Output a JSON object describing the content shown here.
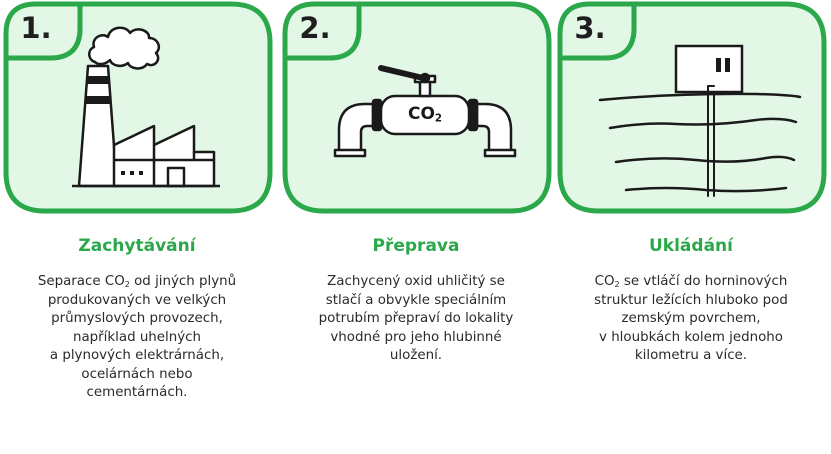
{
  "colors": {
    "accent_green": "#2aa84a",
    "tile_fill": "#e3f7e6",
    "icon_stroke": "#1a1a1a"
  },
  "steps": [
    {
      "number": "1.",
      "icon": "factory-icon",
      "title": "Zachytávání",
      "desc_lines": [
        [
          "Separace CO",
          "2",
          " od jiných plynů"
        ],
        [
          "produkovaných ve velkých"
        ],
        [
          "průmyslových provozech,"
        ],
        [
          "například uhelných"
        ],
        [
          "a plynových elektrárnách,"
        ],
        [
          "ocelárnách nebo"
        ],
        [
          "cementárnách."
        ]
      ]
    },
    {
      "number": "2.",
      "icon": "pipeline-valve-icon",
      "title": "Přeprava",
      "pipe_label": "CO",
      "pipe_label_sub": "2",
      "desc_lines": [
        [
          "Zachycený oxid uhličitý se"
        ],
        [
          "stlačí a obvykle speciálním"
        ],
        [
          "potrubím přepraví do lokality"
        ],
        [
          "vhodné pro jeho hlubinné"
        ],
        [
          "uložení."
        ]
      ]
    },
    {
      "number": "3.",
      "icon": "underground-storage-icon",
      "title": "Ukládání",
      "desc_lines": [
        [
          "CO",
          "2",
          " se vtláčí do horninových"
        ],
        [
          "struktur ležících hluboko pod"
        ],
        [
          "zemským povrchem,"
        ],
        [
          "v hloubkách kolem jednoho"
        ],
        [
          "kilometru a více."
        ]
      ]
    }
  ]
}
